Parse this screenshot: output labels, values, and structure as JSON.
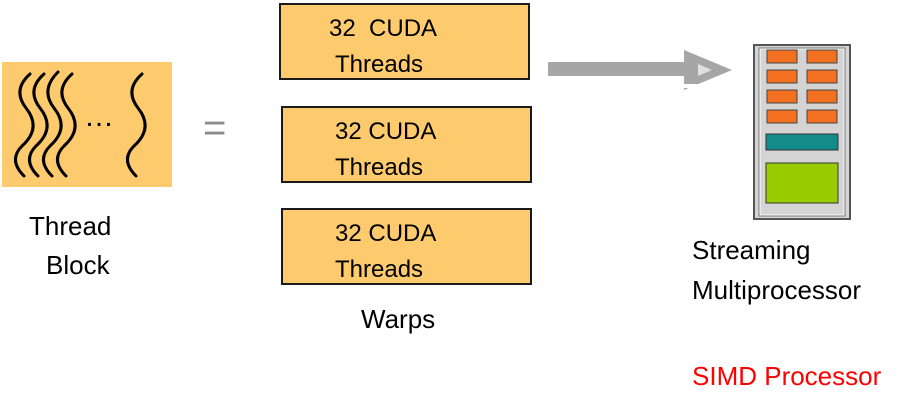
{
  "thread_block": {
    "label_line1": "Thread",
    "label_line2": "Block",
    "ellipsis": "…"
  },
  "equals": "=",
  "warps": {
    "items": [
      {
        "line1": "32  CUDA",
        "line2": "Threads"
      },
      {
        "line1": "32 CUDA",
        "line2": "Threads"
      },
      {
        "line1": "32 CUDA",
        "line2": "Threads"
      }
    ],
    "caption": "Warps"
  },
  "sm": {
    "label_line1": "Streaming",
    "label_line2": "Multiprocessor",
    "simd_label": "SIMD Processor"
  },
  "colors": {
    "block_fill": "#fdcb6e",
    "arrow": "#a6a6a6",
    "core_orange": "#f37021",
    "teal": "#138b8b",
    "green": "#99cc00",
    "simd_red": "#ff0000"
  }
}
